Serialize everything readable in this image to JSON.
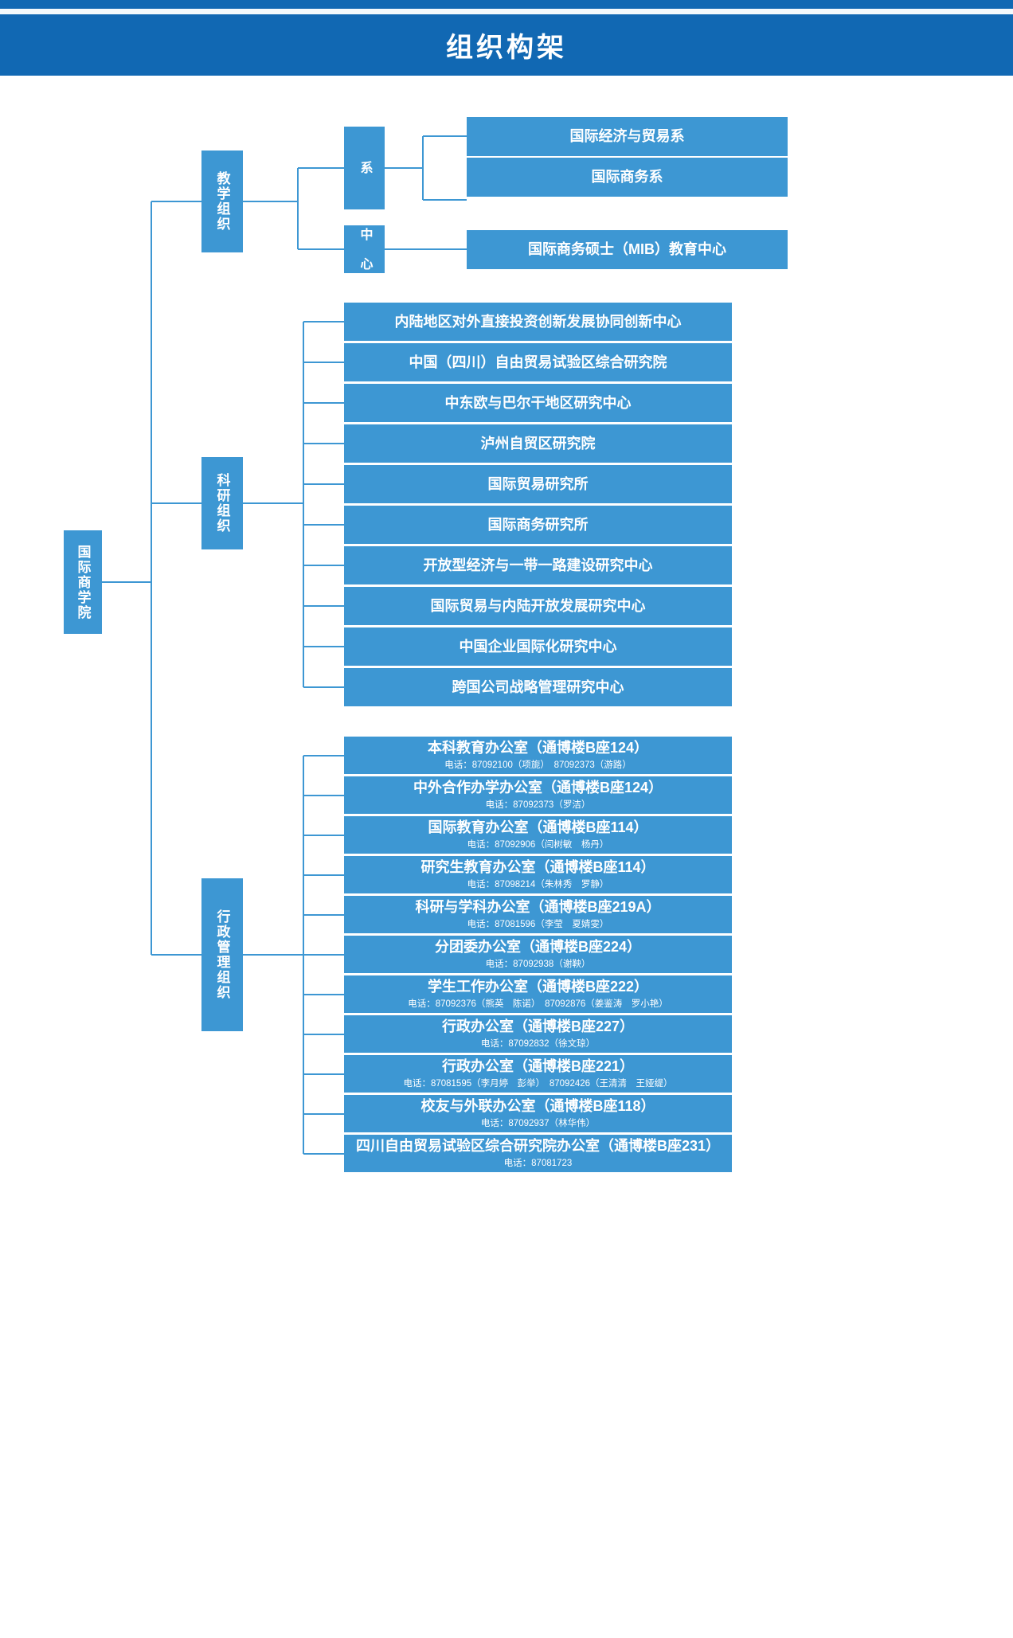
{
  "header": {
    "title": "组织构架"
  },
  "colors": {
    "header_band": "#1168b3",
    "node_fill": "#3d97d3",
    "connector": "#3d97d3",
    "node_text": "#ffffff",
    "page_background": "#ffffff"
  },
  "root": {
    "label": "国际商学院"
  },
  "categories": [
    {
      "label": "教学组织"
    },
    {
      "label": "科研组织"
    },
    {
      "label": "行政管理组织"
    }
  ],
  "teaching": {
    "subgroups": [
      {
        "label": "系",
        "items": [
          {
            "title": "国际经济与贸易系"
          },
          {
            "title": "国际商务系"
          }
        ]
      },
      {
        "label": "中 心",
        "items": [
          {
            "title": "国际商务硕士（MIB）教育中心"
          }
        ]
      }
    ]
  },
  "research": {
    "items": [
      {
        "title": "内陆地区对外直接投资创新发展协同创新中心"
      },
      {
        "title": "中国（四川）自由贸易试验区综合研究院"
      },
      {
        "title": "中东欧与巴尔干地区研究中心"
      },
      {
        "title": "泸州自贸区研究院"
      },
      {
        "title": "国际贸易研究所"
      },
      {
        "title": "国际商务研究所"
      },
      {
        "title": "开放型经济与一带一路建设研究中心"
      },
      {
        "title": "国际贸易与内陆开放发展研究中心"
      },
      {
        "title": "中国企业国际化研究中心"
      },
      {
        "title": "跨国公司战略管理研究中心"
      }
    ]
  },
  "administration": {
    "items": [
      {
        "title": "本科教育办公室（通博楼B座124）",
        "phone": "电话：87092100（项旎）　87092373（游路）"
      },
      {
        "title": "中外合作办学办公室（通博楼B座124）",
        "phone": "电话：87092373（罗洁）"
      },
      {
        "title": "国际教育办公室（通博楼B座114）",
        "phone": "电话：87092906（闫树敏　杨丹）"
      },
      {
        "title": "研究生教育办公室（通博楼B座114）",
        "phone": "电话：87098214（朱林秀　罗静）"
      },
      {
        "title": "科研与学科办公室（通博楼B座219A）",
        "phone": "电话：87081596（李莹　夏婧雯）"
      },
      {
        "title": "分团委办公室（通博楼B座224）",
        "phone": "电话：87092938（谢鞅）"
      },
      {
        "title": "学生工作办公室（通博楼B座222）",
        "phone": "电话：87092376（熊英　陈诺）　87092876（姜鉴涛　罗小艳）"
      },
      {
        "title": "行政办公室（通博楼B座227）",
        "phone": "电话：87092832（徐文琼）"
      },
      {
        "title": "行政办公室（通博楼B座221）",
        "phone": "电话：87081595（李月婷　彭举）　87092426（王清清　王娅缇）"
      },
      {
        "title": "校友与外联办公室（通博楼B座118）",
        "phone": "电话：87092937（林华伟）"
      },
      {
        "title": "四川自由贸易试验区综合研究院办公室（通博楼B座231）",
        "phone": "电话：87081723"
      }
    ]
  }
}
